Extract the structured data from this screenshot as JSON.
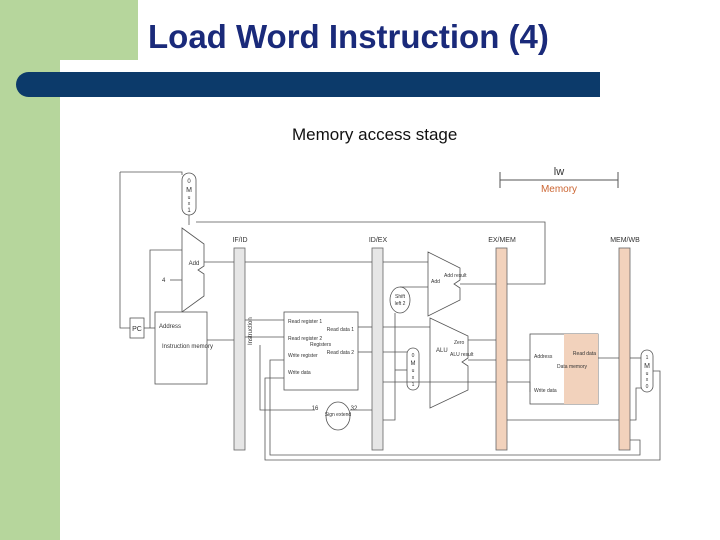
{
  "slide": {
    "title": "Load Word Instruction (4)",
    "subtitle": "Memory access stage"
  },
  "diagram": {
    "stage_indicator": {
      "instruction": "lw",
      "stage": "Memory"
    },
    "pipeline_registers": {
      "ifid": "IF/ID",
      "idex": "ID/EX",
      "exmem": "EX/MEM",
      "memwb": "MEM/WB"
    },
    "mux_left": [
      "0",
      "M",
      "u",
      "x",
      "1"
    ],
    "mux_alu": [
      "0",
      "M",
      "u",
      "x",
      "1"
    ],
    "mux_right": [
      "1",
      "M",
      "u",
      "x",
      "0"
    ],
    "pc": "PC",
    "pc_adder": "Add",
    "const_four": "4",
    "branch_adder": {
      "label": "Add",
      "result": "Add result"
    },
    "shift": {
      "line1": "Shift",
      "line2": "left 2"
    },
    "instruction_memory": {
      "address": "Address",
      "title": "Instruction memory"
    },
    "instruction_label": "Instruction",
    "registers": {
      "read_reg1": "Read register 1",
      "read_reg2": "Read register 2",
      "write_reg": "Write register",
      "write_data": "Write data",
      "read_data1": "Read data 1",
      "read_data2": "Read data 2",
      "title": "Registers"
    },
    "alu": {
      "name": "ALU",
      "zero": "Zero",
      "result": "ALU result"
    },
    "sign_extend": {
      "in_width": "16",
      "out_width": "32",
      "title": "Sign extend"
    },
    "data_memory": {
      "address": "Address",
      "read_data": "Read data",
      "write_data": "Write data",
      "title": "Data memory"
    },
    "colors": {
      "title_text": "#1a2a7a",
      "title_bar": "#0c3a6a",
      "sidebar": "#b6d69c",
      "stage_highlight": "#f2d2bc",
      "stage_label": "#cc6633"
    }
  }
}
